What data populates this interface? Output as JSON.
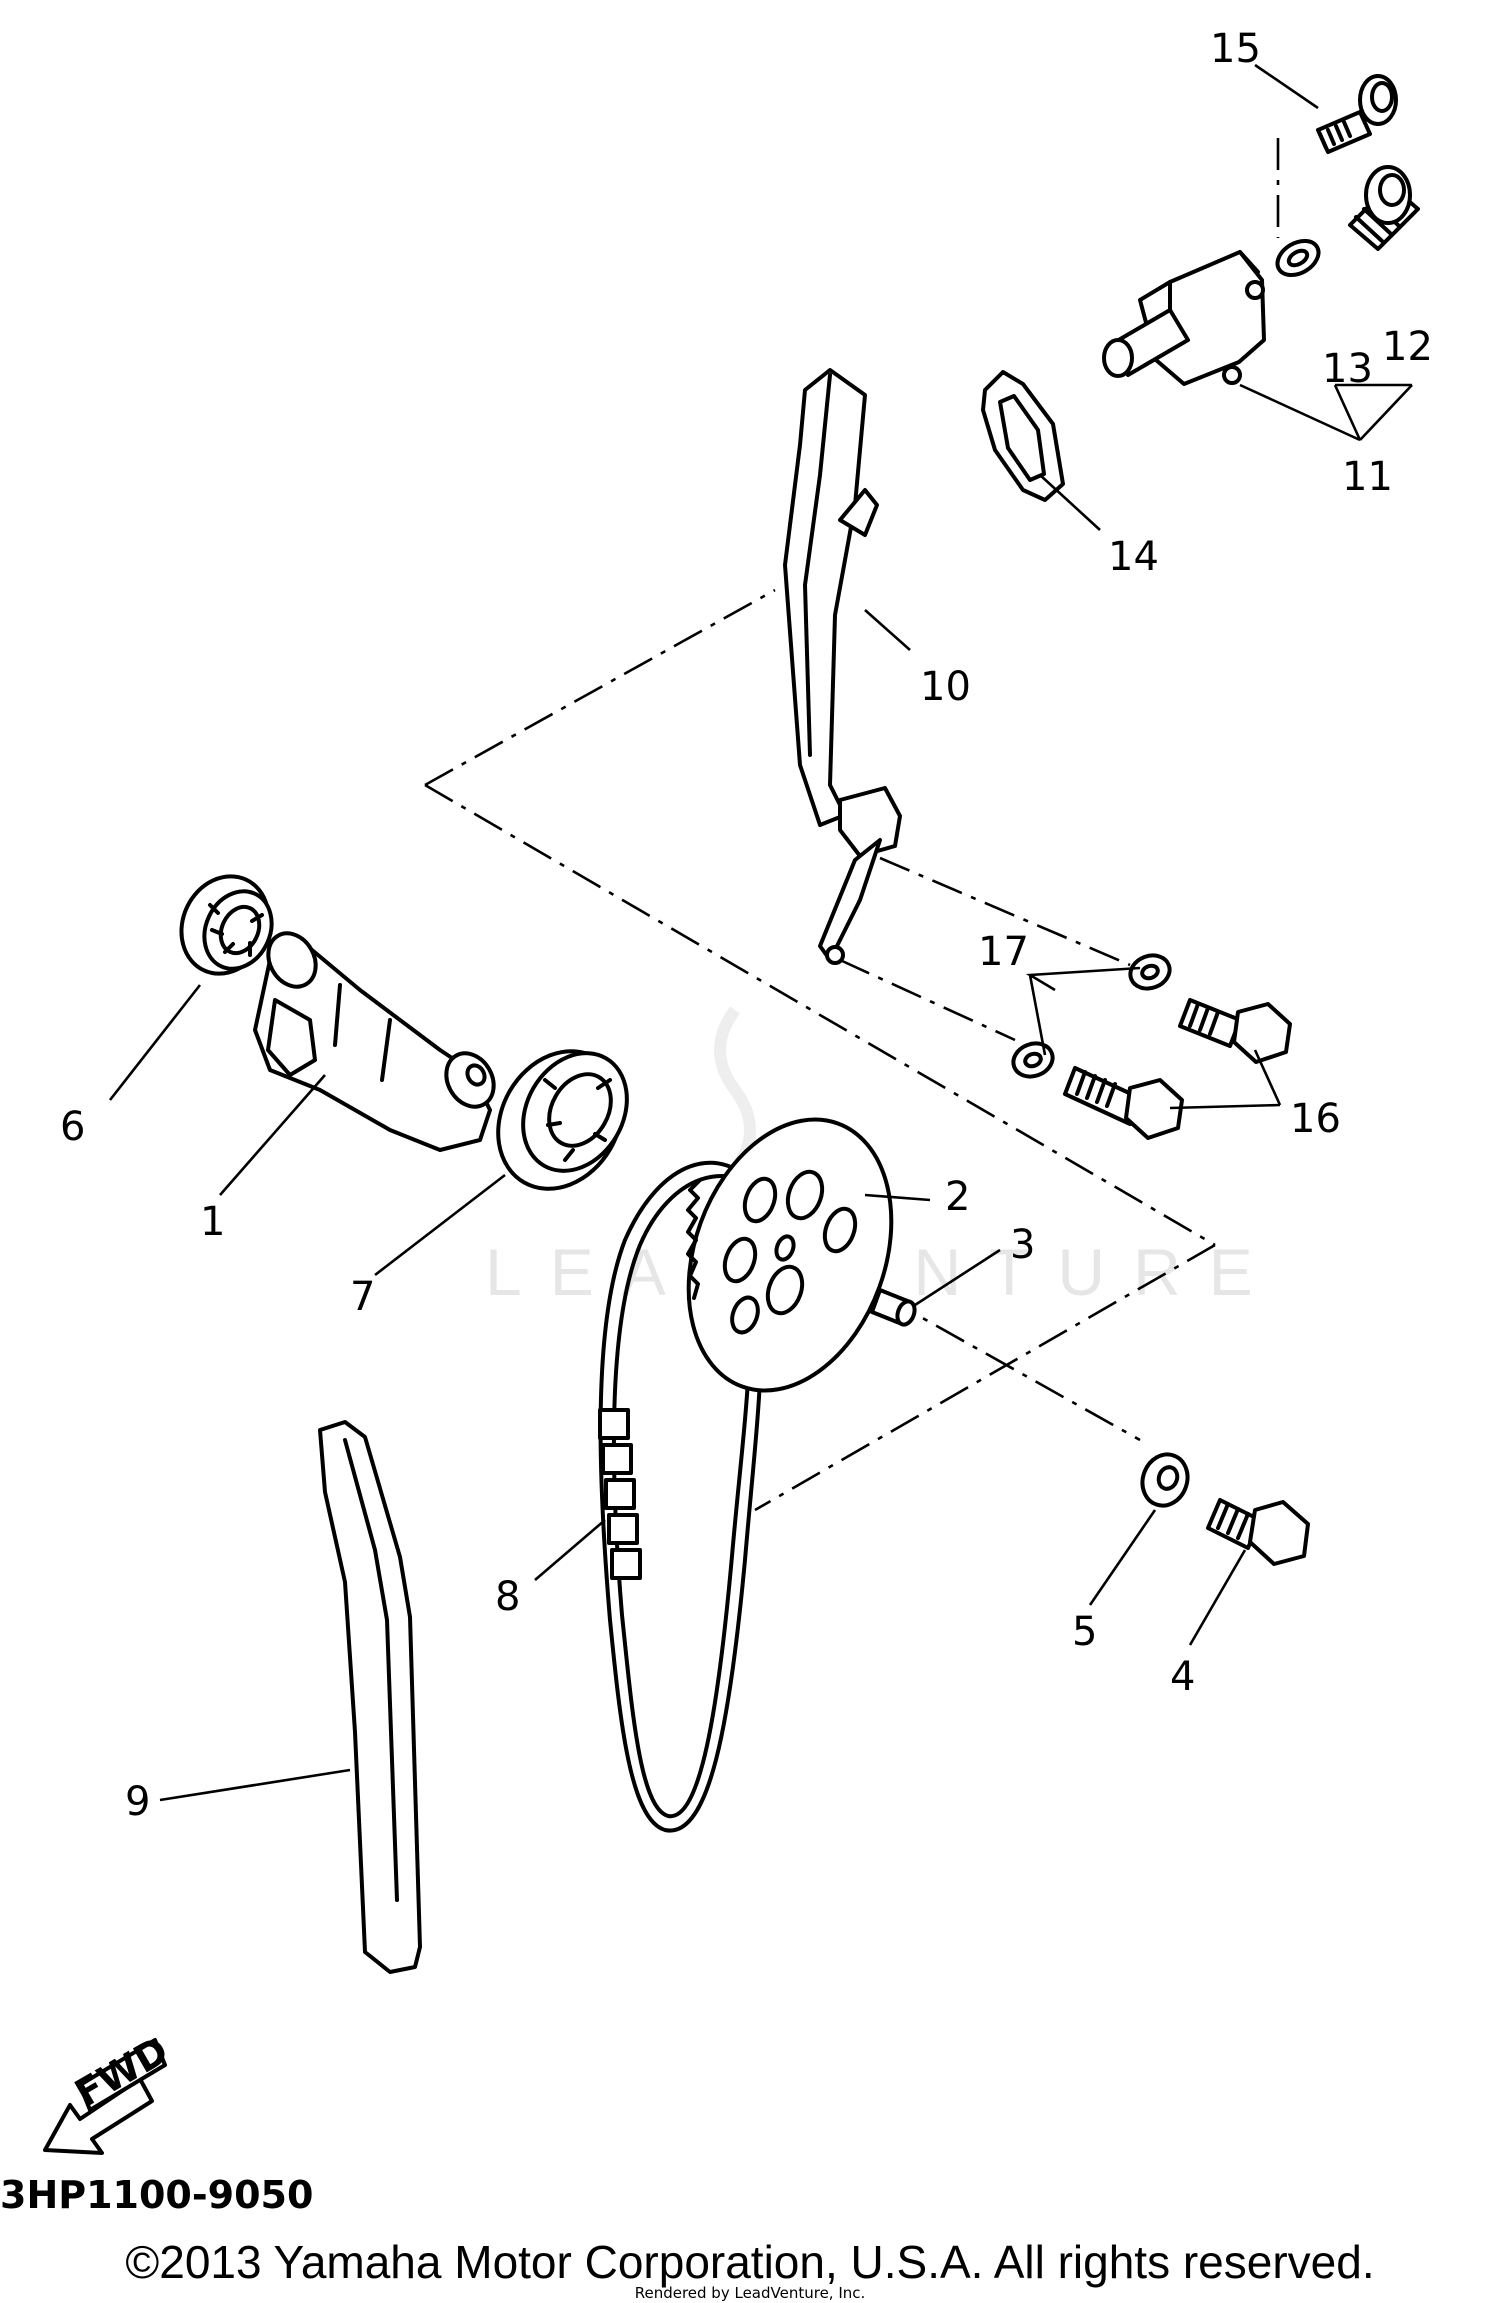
{
  "diagram": {
    "callouts": [
      {
        "id": "1",
        "text": "1"
      },
      {
        "id": "2",
        "text": "2"
      },
      {
        "id": "3",
        "text": "3"
      },
      {
        "id": "4",
        "text": "4"
      },
      {
        "id": "5",
        "text": "5"
      },
      {
        "id": "6",
        "text": "6"
      },
      {
        "id": "7",
        "text": "7"
      },
      {
        "id": "8",
        "text": "8"
      },
      {
        "id": "9",
        "text": "9"
      },
      {
        "id": "10",
        "text": "10"
      },
      {
        "id": "11",
        "text": "11"
      },
      {
        "id": "12",
        "text": "12"
      },
      {
        "id": "13",
        "text": "13"
      },
      {
        "id": "14",
        "text": "14"
      },
      {
        "id": "15",
        "text": "15"
      },
      {
        "id": "16",
        "text": "16"
      },
      {
        "id": "17",
        "text": "17"
      }
    ],
    "fwd_label": "FWD",
    "diagram_code": "3HP1100-9050",
    "watermark": "LEADVENTURE"
  },
  "footer": {
    "copyright": "©2013 Yamaha Motor Corporation, U.S.A. All rights reserved.",
    "rendered_by": "Rendered by LeadVenture, Inc."
  }
}
